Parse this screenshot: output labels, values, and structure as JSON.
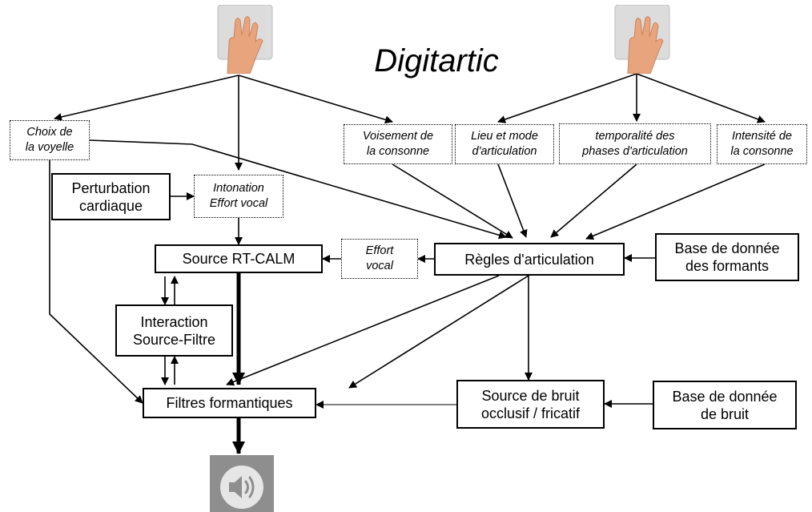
{
  "title": "Digitartic",
  "inputs": {
    "voyelle": "Choix de\nla voyelle",
    "intonation": "Intonation\nEffort vocal",
    "voisement": "Voisement de\nla consonne",
    "lieu": "Lieu et mode\nd'articulation",
    "temporalite": "temporalité des\nphases d'articulation",
    "intensite": "Intensité de\nla consonne",
    "effort": "Effort\nvocal"
  },
  "modules": {
    "perturbation": "Perturbation\ncardiaque",
    "source": "Source RT-CALM",
    "regles": "Règles d'articulation",
    "base_formants": "Base de donnée\ndes formants",
    "interaction": "Interaction\nSource-Filtre",
    "filtres": "Filtres formantiques",
    "bruit": "Source de bruit\nocclusif / fricatif",
    "base_bruit": "Base de donnée\nde bruit"
  },
  "icons": {
    "left_pad": "hand-on-touchpad-icon",
    "right_pad": "hand-on-touchpad-icon",
    "output": "speaker-icon"
  },
  "colors": {
    "line": "#000000",
    "pad_surface": "#dcdcdc",
    "hand": "#e8a47c",
    "speaker_bg": "#8e8e8e"
  }
}
